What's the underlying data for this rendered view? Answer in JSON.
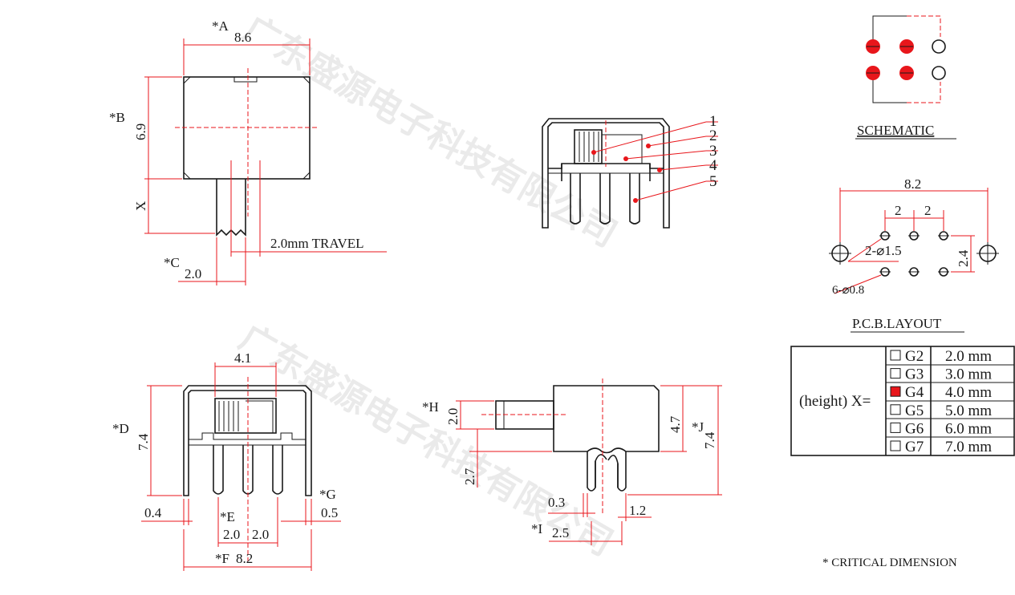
{
  "watermark": "广东盛源电子科技有限公司",
  "top_view": {
    "label_a": "*A",
    "dim_a": "8.6",
    "label_b": "*B",
    "dim_b": "6.9",
    "label_x": "X",
    "travel": "2.0mm TRAVEL",
    "label_c": "*C",
    "dim_c": "2.0"
  },
  "front_view": {
    "callouts": [
      "1",
      "2",
      "3",
      "4",
      "5"
    ]
  },
  "schematic_title": "SCHEMATIC",
  "pcb": {
    "title": "P.C.B.LAYOUT",
    "dim_total": "8.2",
    "dim_pitch_1": "2",
    "dim_pitch_2": "2",
    "dim_row": "2.4",
    "hole_large": "2-⌀1.5",
    "hole_small": "6-⌀0.8"
  },
  "bottom_left": {
    "dim_top": "4.1",
    "label_d": "*D",
    "dim_d": "7.4",
    "dim_left": "0.4",
    "label_e": "*E",
    "dim_e1": "2.0",
    "dim_e2": "2.0",
    "label_g": "*G",
    "dim_g": "0.5",
    "label_f": "*F",
    "dim_f": "8.2"
  },
  "side_view": {
    "label_h": "*H",
    "dim_h": "2.0",
    "dim_27": "2.7",
    "dim_47": "4.7",
    "label_j": "*J",
    "dim_j": "7.4",
    "dim_03": "0.3",
    "dim_12": "1.2",
    "label_i": "*I",
    "dim_i": "2.5"
  },
  "height_table": {
    "label": "(height)  X=",
    "options": [
      {
        "code": "G2",
        "value": "2.0 mm",
        "selected": false
      },
      {
        "code": "G3",
        "value": "3.0 mm",
        "selected": false
      },
      {
        "code": "G4",
        "value": "4.0 mm",
        "selected": true
      },
      {
        "code": "G5",
        "value": "5.0 mm",
        "selected": false
      },
      {
        "code": "G6",
        "value": "6.0 mm",
        "selected": false
      },
      {
        "code": "G7",
        "value": "7.0 mm",
        "selected": false
      }
    ]
  },
  "footnote": "* CRITICAL  DIMENSION",
  "colors": {
    "line": "#1a1a1a",
    "accent": "#e8161b",
    "watermark": "#d9d9d9"
  }
}
